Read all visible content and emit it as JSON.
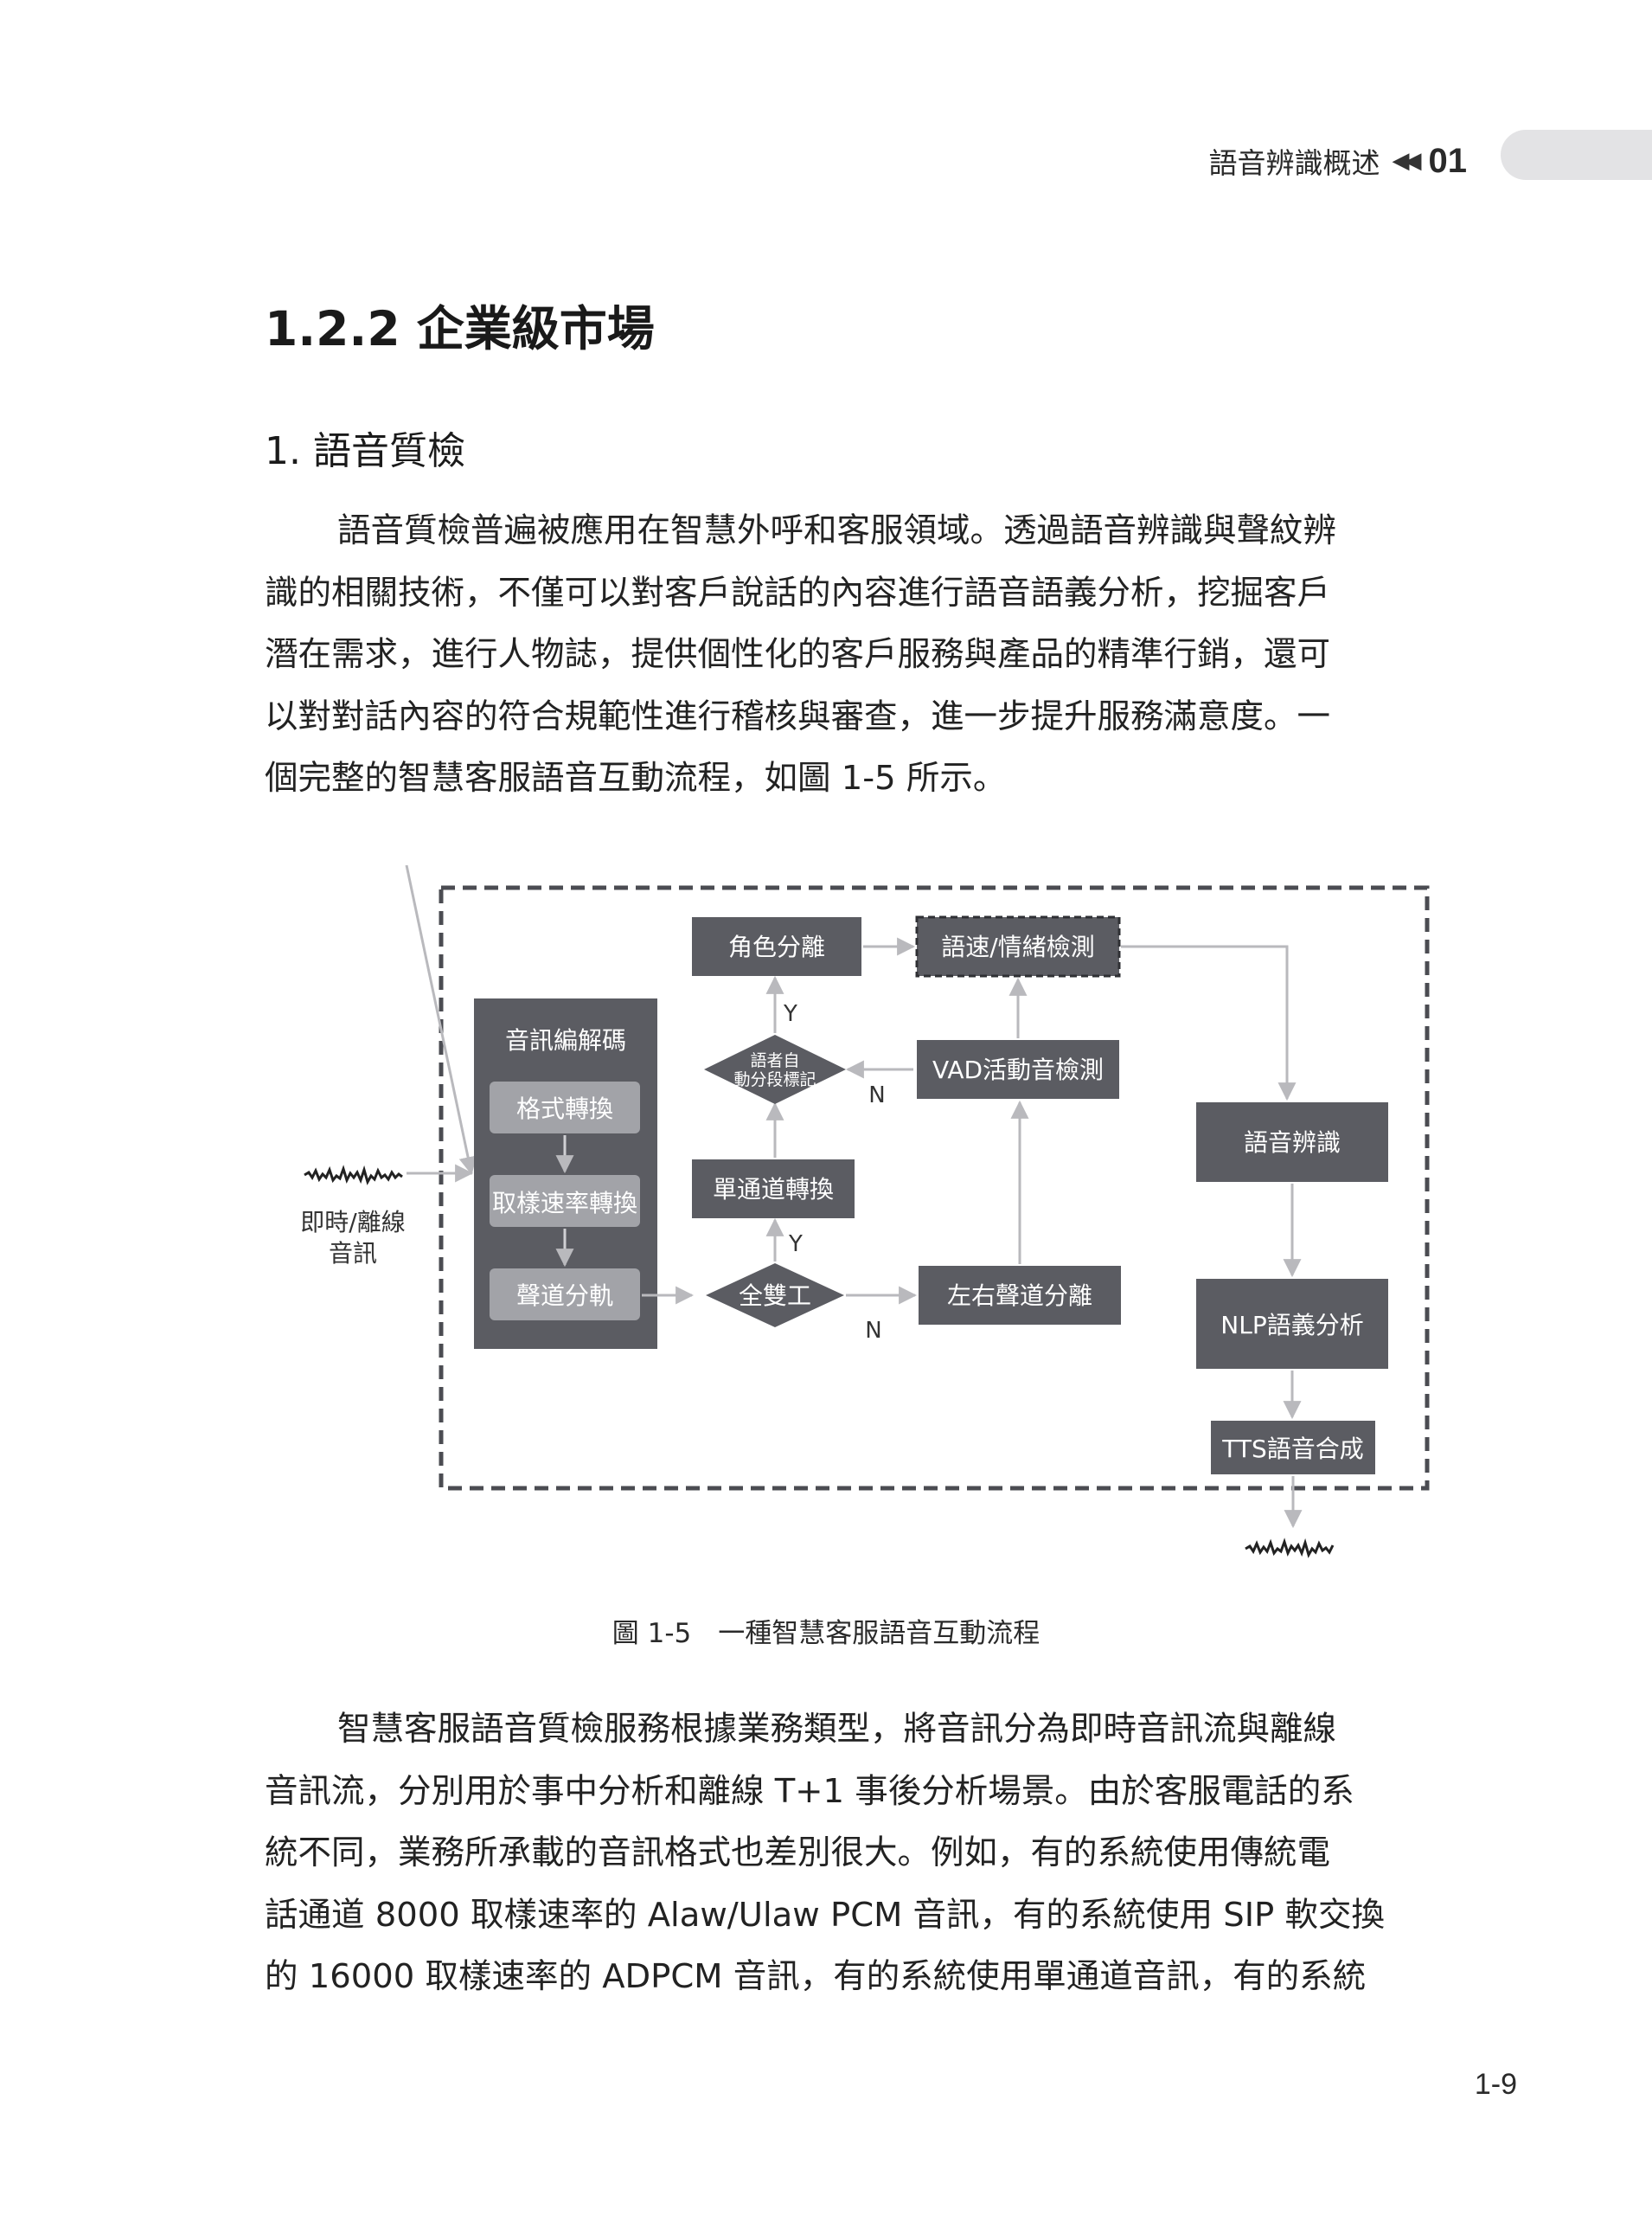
{
  "running_head": {
    "title": "語音辨識概述",
    "chapter": "01"
  },
  "section": {
    "title": "1.2.2 企業級市場"
  },
  "subsection": {
    "title": "1. 語音質檢"
  },
  "paragraph1": [
    "語音質檢普遍被應用在智慧外呼和客服領域。透過語音辨識與聲紋辨",
    "識的相關技術，不僅可以對客戶說話的內容進行語音語義分析，挖掘客戶",
    "潛在需求，進行人物誌，提供個性化的客戶服務與產品的精準行銷，還可",
    "以對對話內容的符合規範性進行稽核與審查，進一步提升服務滿意度。一",
    "個完整的智慧客服語音互動流程，如圖 1-5 所示。"
  ],
  "figure": {
    "input_label": [
      "即時/離線",
      "音訊"
    ],
    "codec_title": "音訊編解碼",
    "codec_steps": [
      "格式轉換",
      "取樣速率轉換",
      "聲道分軌"
    ],
    "duplex": "全雙工",
    "mono": "單通道轉換",
    "speaker_mark": [
      "語者自",
      "動分段標記"
    ],
    "role": "角色分離",
    "speed": "語速/情緒檢測",
    "vad": "VAD活動音檢測",
    "lr_split": "左右聲道分離",
    "asr": "語音辨識",
    "nlp": "NLP語義分析",
    "tts": "TTS語音合成",
    "yes": "Y",
    "no": "N"
  },
  "caption": "圖 1-5　一種智慧客服語音互動流程",
  "paragraph2": [
    "智慧客服語音質檢服務根據業務類型，將音訊分為即時音訊流與離線",
    "音訊流，分別用於事中分析和離線 T+1 事後分析場景。由於客服電話的系",
    "統不同，業務所承載的音訊格式也差別很大。例如，有的系統使用傳統電",
    "話通道 8000 取樣速率的 Alaw/Ulaw PCM 音訊，有的系統使用 SIP 軟交換",
    "的 16000 取樣速率的 ADPCM 音訊，有的系統使用單通道音訊，有的系統"
  ],
  "page_number": "1-9",
  "colors": {
    "box": "#5b5c62",
    "box_light": "#a2a3a8",
    "arrow": "#b9b9bd",
    "frame": "#4b4c52"
  }
}
